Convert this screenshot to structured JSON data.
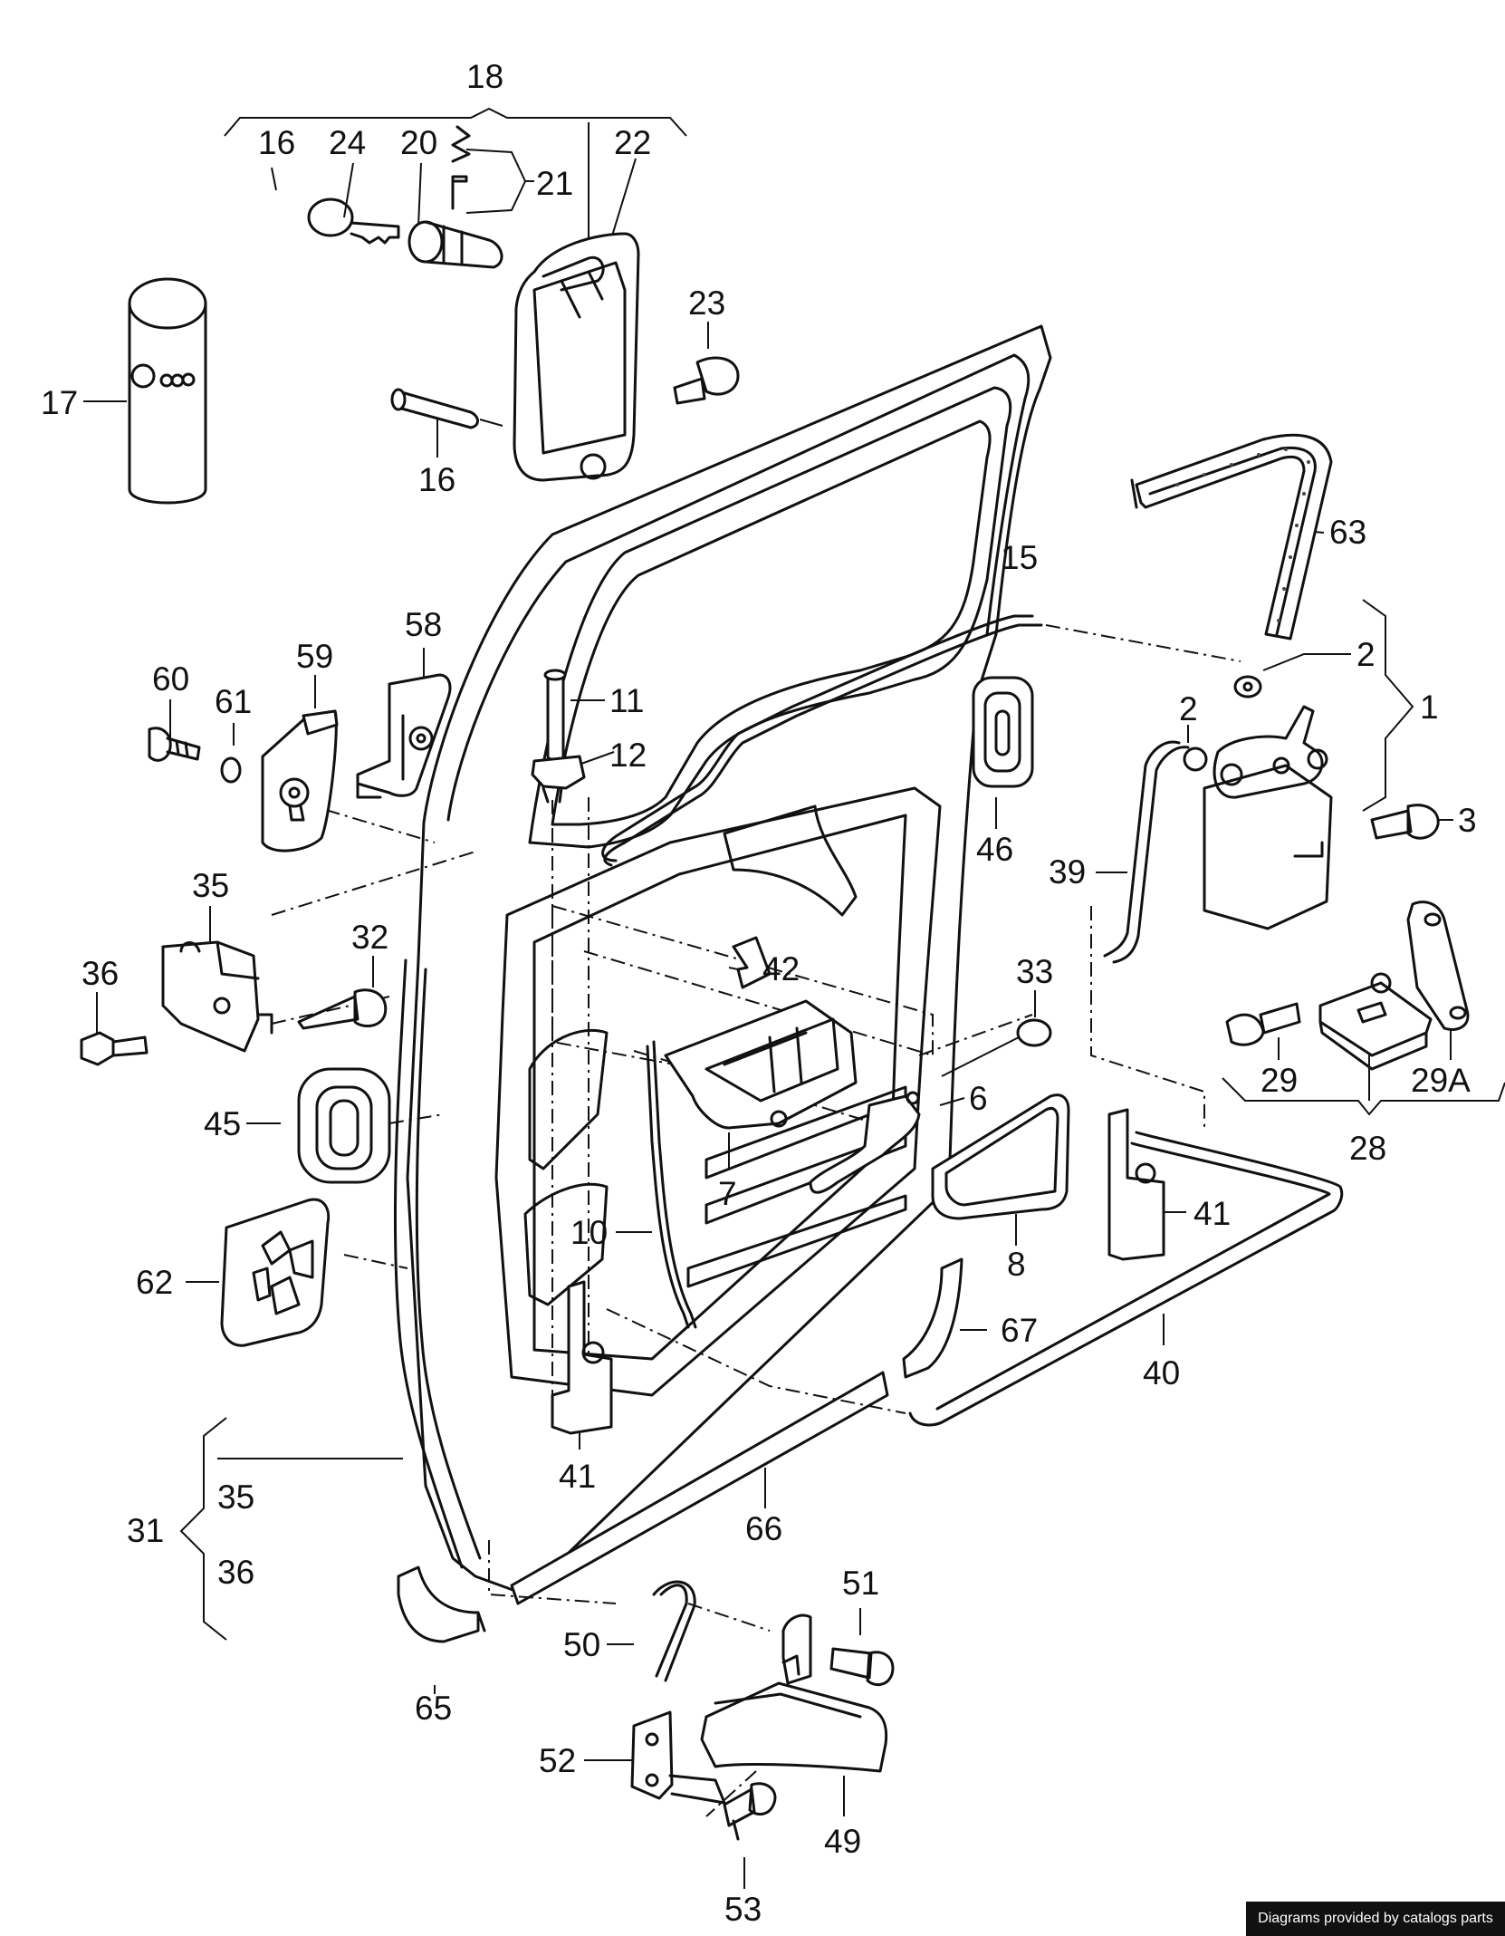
{
  "callouts": {
    "c1": "1",
    "c2a": "2",
    "c2b": "2",
    "c3": "3",
    "c6": "6",
    "c7": "7",
    "c8": "8",
    "c10": "10",
    "c11": "11",
    "c12": "12",
    "c15": "15",
    "c16a": "16",
    "c16b": "16",
    "c17": "17",
    "c18": "18",
    "c20": "20",
    "c21": "21",
    "c22": "22",
    "c23": "23",
    "c24": "24",
    "c28": "28",
    "c29": "29",
    "c29a": "29A",
    "c31": "31",
    "c32": "32",
    "c33": "33",
    "c35a": "35",
    "c35b": "35",
    "c36a": "36",
    "c36b": "36",
    "c39": "39",
    "c40": "40",
    "c41a": "41",
    "c41b": "41",
    "c42": "42",
    "c45": "45",
    "c46": "46",
    "c49": "49",
    "c50": "50",
    "c51": "51",
    "c52": "52",
    "c53": "53",
    "c58": "58",
    "c59": "59",
    "c60": "60",
    "c61": "61",
    "c62": "62",
    "c63": "63",
    "c65": "65",
    "c66": "66",
    "c67": "67"
  },
  "credit": "Diagrams provided by catalogs parts"
}
